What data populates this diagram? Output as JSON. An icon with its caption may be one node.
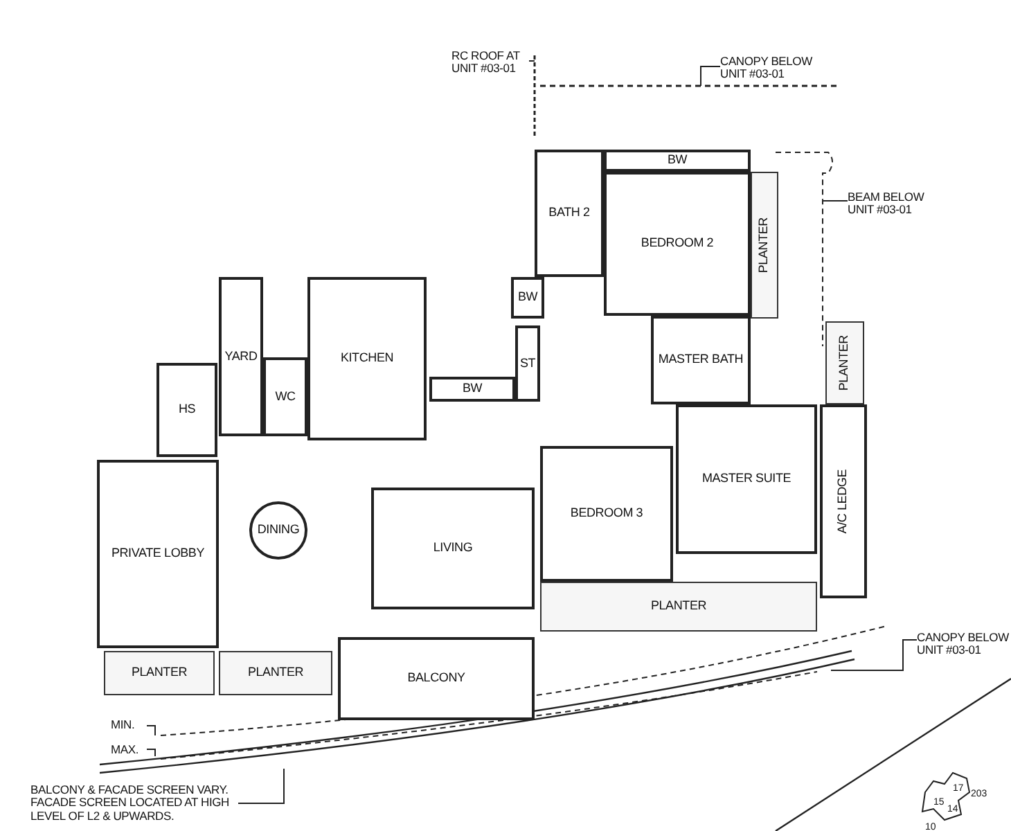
{
  "diagram": {
    "nodes": [
      {
        "text": [
          "YARD"
        ]
      },
      {
        "text": [
          "KITCHEN"
        ]
      },
      {
        "text": [
          "WC"
        ]
      },
      {
        "text": [
          "HS"
        ]
      },
      {
        "text": [
          "BW"
        ]
      },
      {
        "text": [
          "BW"
        ]
      },
      {
        "text": [
          "ST"
        ]
      },
      {
        "text": [
          "BATH 2"
        ]
      },
      {
        "text": [
          "BW"
        ]
      },
      {
        "text": [
          "BEDROOM 2"
        ]
      },
      {
        "text": [
          "PLANTER"
        ]
      },
      {
        "text": [
          "MASTER BATH"
        ]
      },
      {
        "text": [
          "PLANTER"
        ]
      },
      {
        "text": [
          "DINING"
        ]
      },
      {
        "text": [
          "LIVING"
        ]
      },
      {
        "text": [
          "MASTER SUITE"
        ]
      },
      {
        "text": [
          "A/C LEDGE"
        ]
      },
      {
        "text": [
          "BEDROOM 3"
        ]
      },
      {
        "text": [
          "PRIVATE LOBBY"
        ]
      },
      {
        "text": [
          "PLANTER"
        ]
      },
      {
        "text": [
          "PLANTER"
        ]
      },
      {
        "text": [
          "PLANTER"
        ]
      },
      {
        "text": [
          "BALCONY"
        ]
      },
      {
        "text": [
          "RC ROOF AT UNIT #03-01"
        ]
      },
      {
        "text": [
          "CANOPY BELOW UNIT #03-01"
        ]
      },
      {
        "text": [
          "BEAM BELOW UNIT #03-01"
        ]
      },
      {
        "text": [
          "CANOPY BELOW UNIT #03-01"
        ]
      },
      {
        "text": [
          "MIN."
        ]
      },
      {
        "text": [
          "MAX."
        ]
      },
      {
        "text": [
          "BALCONY & FACADE SCREEN VARY. FACADE SCREEN LOCATED AT HIGH LEVEL OF L2 & UPWARDS."
        ]
      }
    ],
    "edges": [
      {
        "from": 23,
        "to": null,
        "arrow": "none"
      },
      {
        "from": 24,
        "to": null,
        "arrow": "none"
      },
      {
        "from": 25,
        "to": null,
        "arrow": "none"
      },
      {
        "from": 26,
        "to": null,
        "arrow": "none"
      },
      {
        "from": 27,
        "to": null,
        "arrow": "none"
      },
      {
        "from": 28,
        "to": null,
        "arrow": "none"
      },
      {
        "from": 29,
        "to": null,
        "arrow": "none"
      }
    ],
    "labels": [
      "17",
      "15",
      "203",
      "14",
      "10"
    ]
  }
}
